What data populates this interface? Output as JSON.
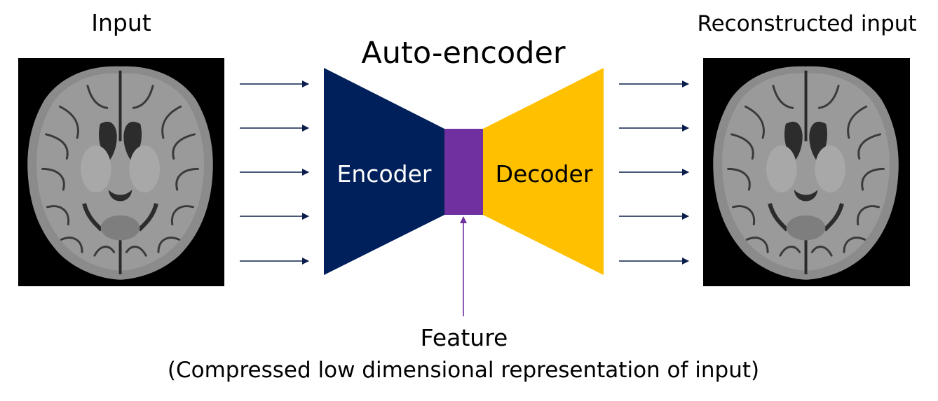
{
  "labels": {
    "input": "Input",
    "title": "Auto-encoder",
    "reconstructed": "Reconstructed input",
    "encoder": "Encoder",
    "decoder": "Decoder",
    "feature": "Feature",
    "feature_desc": "(Compressed low dimensional representation of input)"
  },
  "colors": {
    "encoder": "#00205B",
    "decoder": "#FFC000",
    "feature": "#7030A0",
    "arrow": "#0B1E4B",
    "feature_arrow": "#7030A0",
    "image_background": "#000000"
  }
}
